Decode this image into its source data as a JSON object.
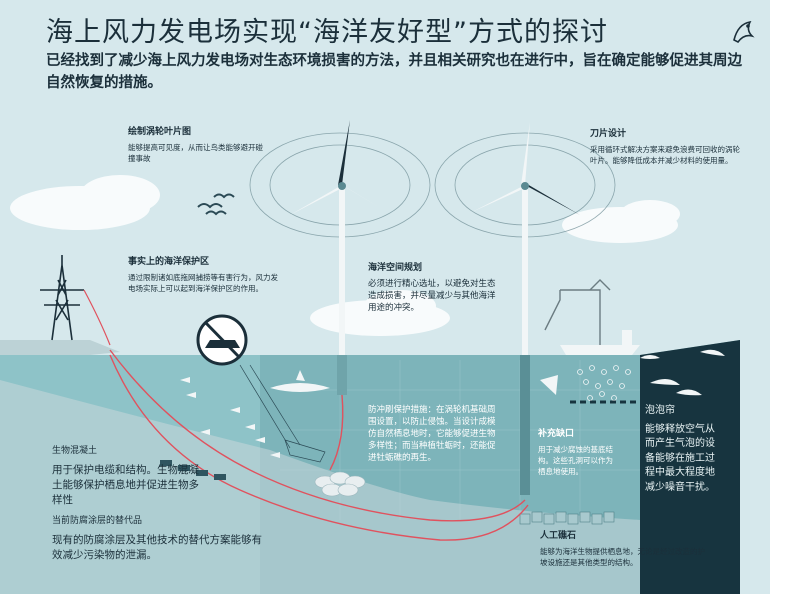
{
  "header": {
    "title": "海上风力发电场实现“海洋友好型”方式的探讨",
    "subtitle": "已经找到了减少海上风力发电场对生态环境损害的方法，并且相关研究也在进行中，旨在确定能够促进其周边自然恢复的措施。"
  },
  "labels": {
    "blade_painting": {
      "heading": "绘制涡轮叶片图",
      "body": "能够提高可见度，从而让鸟类能够避开碰撞事故"
    },
    "blade_design": {
      "heading": "刀片设计",
      "body": "采用循环式解决方案来避免浪费可回收的涡轮叶片。能够降低成本并减少材料的使用量。"
    },
    "marine_protected": {
      "heading": "事实上的海洋保护区",
      "body": "通过限制诸如底拖网捕捞等有害行为，风力发电场实际上可以起到海洋保护区的作用。"
    },
    "spatial_planning": {
      "heading": "海洋空间规划",
      "body": "必须进行精心选址，以避免对生态造成损害，并尽量减少与其他海洋用途的冲突。"
    },
    "scour_protection": {
      "body": "防冲刷保护措施：在涡轮机基础周围设置，以防止侵蚀。当设计成模仿自然栖息地时，它能够促进生物多样性；而当种植牡蛎时，还能促进牡蛎礁的再生。"
    },
    "gap_filling": {
      "heading": "补充缺口",
      "body": "用于减少腐蚀的基底结构。这些孔洞可以作为栖息地使用。"
    },
    "bubble_curtain": {
      "heading": "泡泡帘",
      "body": "能够释放空气从而产生气泡的设备能够在施工过程中最大程度地减少噪音干扰。"
    },
    "bio_concrete": {
      "heading": "生物混凝土",
      "body": "用于保护电缆和结构。生物混凝土能够保护栖息地并促进生物多样性"
    },
    "antifouling": {
      "heading": "当前防腐涂层的替代品",
      "body": "现有的防腐涂层及其他技术的替代方案能够有效减少污染物的泄漏。"
    },
    "artificial_reef": {
      "heading": "人工礁石",
      "body": "能够为海洋生物提供栖息地，无论是经过改造的护坡设施还是其他类型的结构。"
    }
  },
  "colors": {
    "sky": "#d6e8ec",
    "sea": "#8ec3c8",
    "deep_sea": "#5f9ba2",
    "seabed": "#c8d7da",
    "side_dark": "#17343f",
    "cable": "#e0525e",
    "text": "#1b2f3a"
  }
}
